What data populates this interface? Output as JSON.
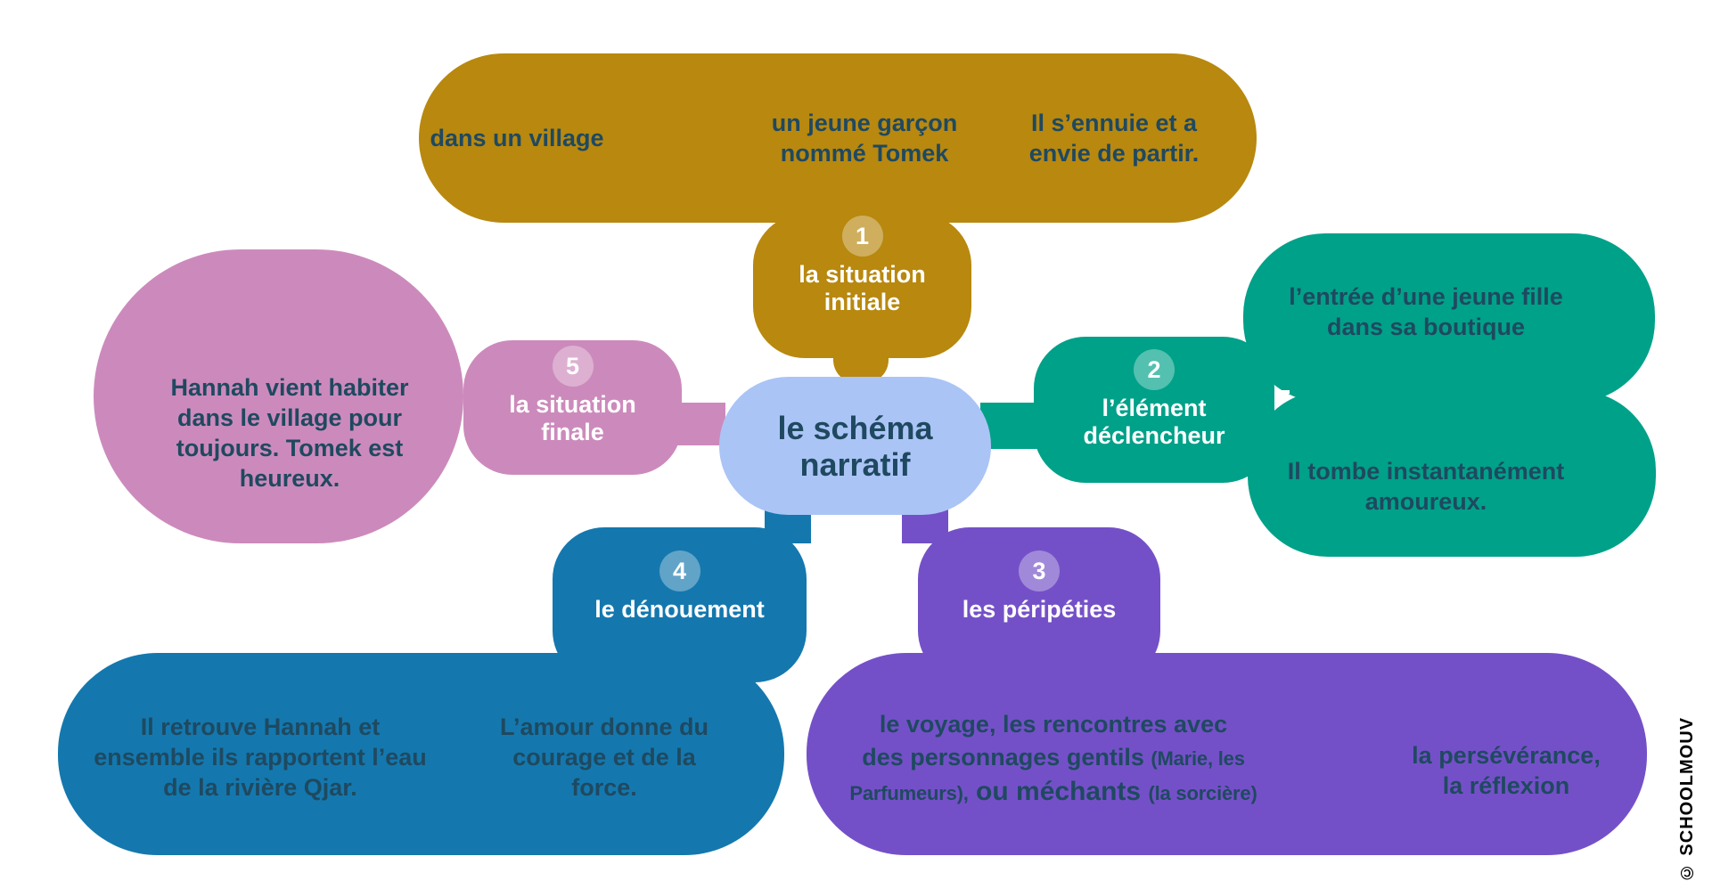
{
  "center": {
    "title": "le schéma narratif"
  },
  "branch_initiale": {
    "number": "1",
    "label": "la situation initiale",
    "fact1": "dans un village",
    "fact2": "un jeune garçon nommé Tomek",
    "fact3": "Il s’ennuie et a envie de partir."
  },
  "branch_declencheur": {
    "number": "2",
    "label": "l’élément déclencheur",
    "fact1": "l’entrée d’une jeune fille dans sa boutique",
    "fact2": "Il tombe instantanément amoureux."
  },
  "branch_peripeties": {
    "number": "3",
    "label": "les péripéties",
    "fact1_line1": "le voyage, les rencontres avec",
    "fact1_line2a": "des personnages gentils ",
    "fact1_line2b": "(Marie, les",
    "fact1_line3a": "Parfumeurs),",
    "fact1_line3b": " ou méchants ",
    "fact1_line3c": "(la sorcière)",
    "fact2": "la persévérance,\nla réflexion"
  },
  "branch_denouement": {
    "number": "4",
    "label": "le dénouement",
    "fact1": "Il retrouve Hannah et ensemble ils rapportent l’eau de la rivière Qjar.",
    "fact2": "L’amour donne du courage et de la force."
  },
  "branch_finale": {
    "number": "5",
    "label": "la situation finale",
    "fact1": "Hannah vient habiter dans le village pour toujours. Tomek est heureux."
  },
  "watermark": "© SCHOOLMOUV",
  "colors": {
    "gold": "#B8880F",
    "teal": "#00A189",
    "purple": "#7450C8",
    "blue": "#1478AE",
    "pink": "#CC8ABC",
    "center": "#ABC4F6",
    "ink": "#1F4960"
  }
}
